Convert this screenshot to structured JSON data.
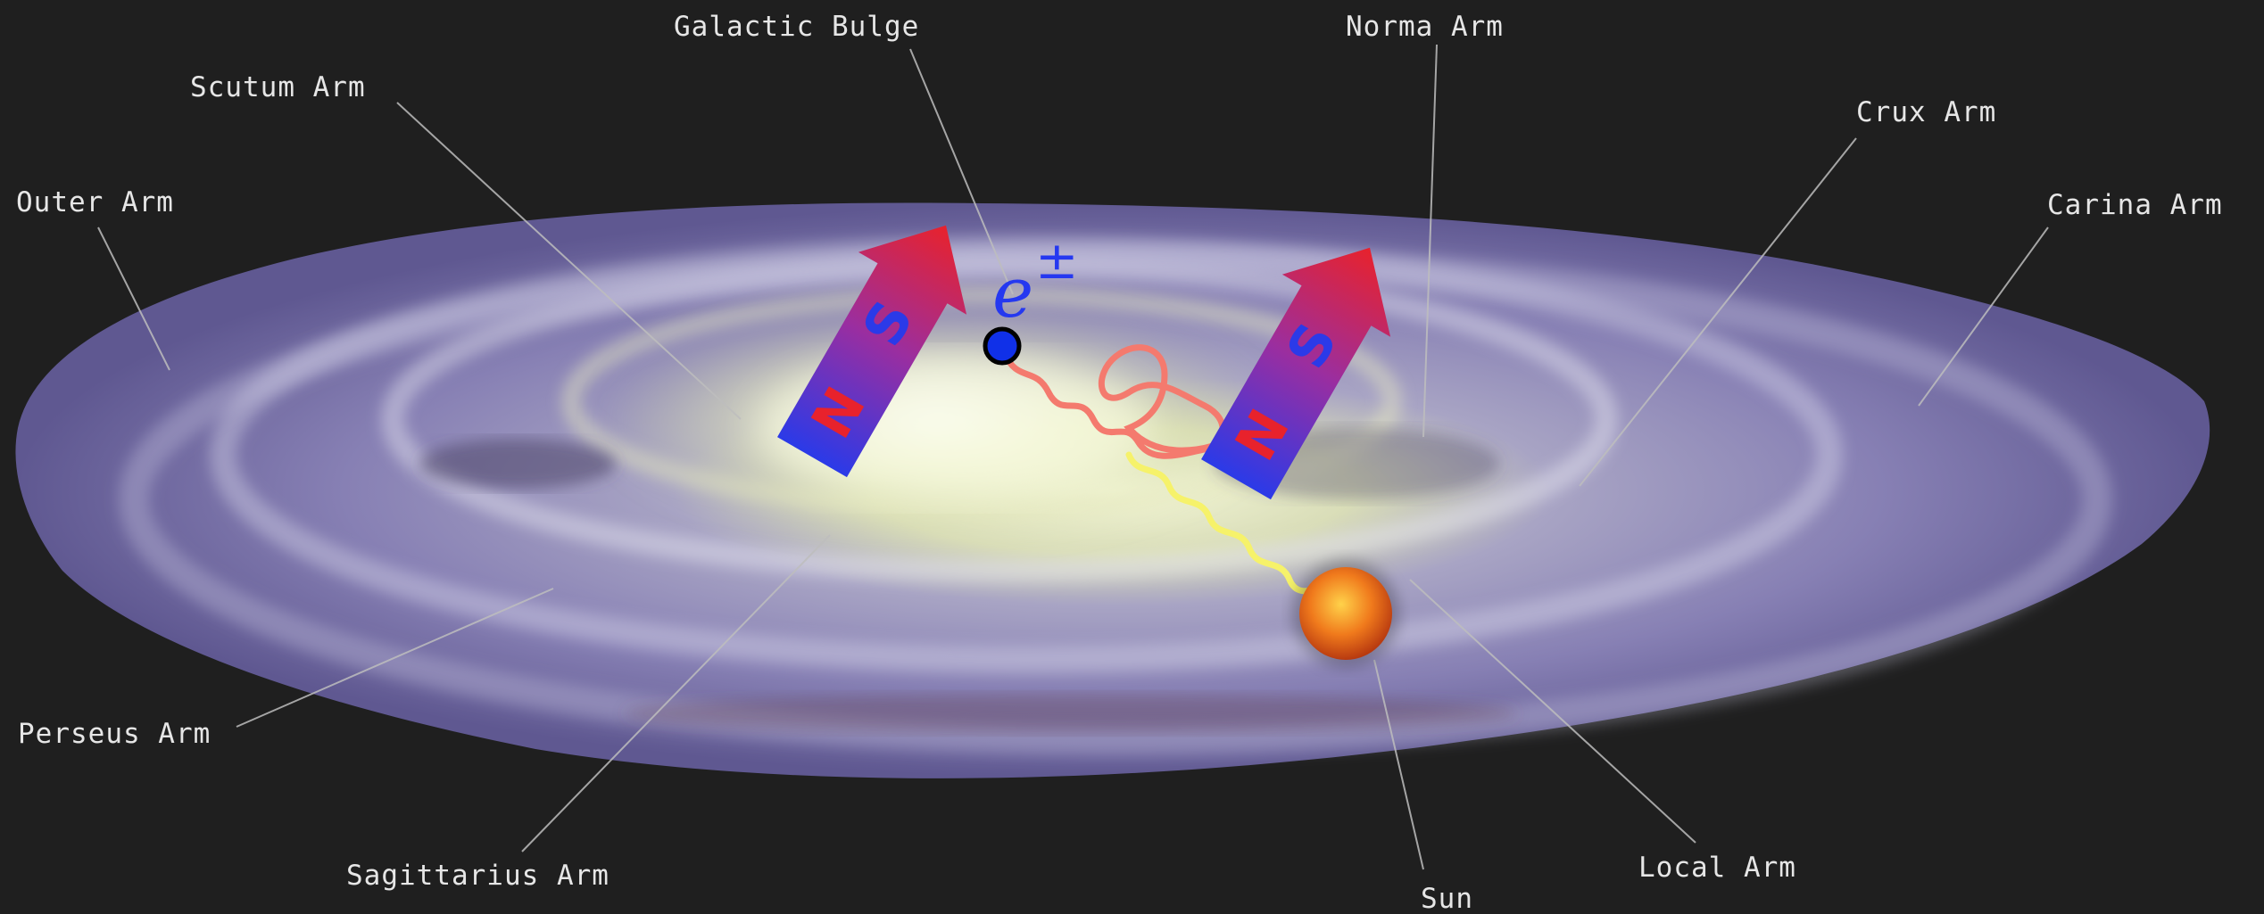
{
  "labels": {
    "galactic_bulge": "Galactic Bulge",
    "norma_arm": "Norma Arm",
    "scutum_arm": "Scutum Arm",
    "crux_arm": "Crux Arm",
    "outer_arm": "Outer Arm",
    "carina_arm": "Carina Arm",
    "perseus_arm": "Perseus Arm",
    "sagittarius_arm": "Sagittarius Arm",
    "local_arm": "Local Arm",
    "sun": "Sun"
  },
  "particle": {
    "symbol": "e",
    "superscript": "±"
  },
  "magnets": {
    "north_letter": "N",
    "south_letter": "S"
  },
  "colors": {
    "background": "#1f1f1f",
    "galaxy_disk": "#8a84b8",
    "galaxy_core": "#f0f4c8",
    "electron_path": "#f47a6e",
    "photon_path": "#f6f26a",
    "electron": "#1030e8",
    "magnet_top": "#e8222c",
    "magnet_bottom": "#2b3ae8",
    "sun": "#e8641a",
    "leader_lines": "#bdbdbd"
  }
}
